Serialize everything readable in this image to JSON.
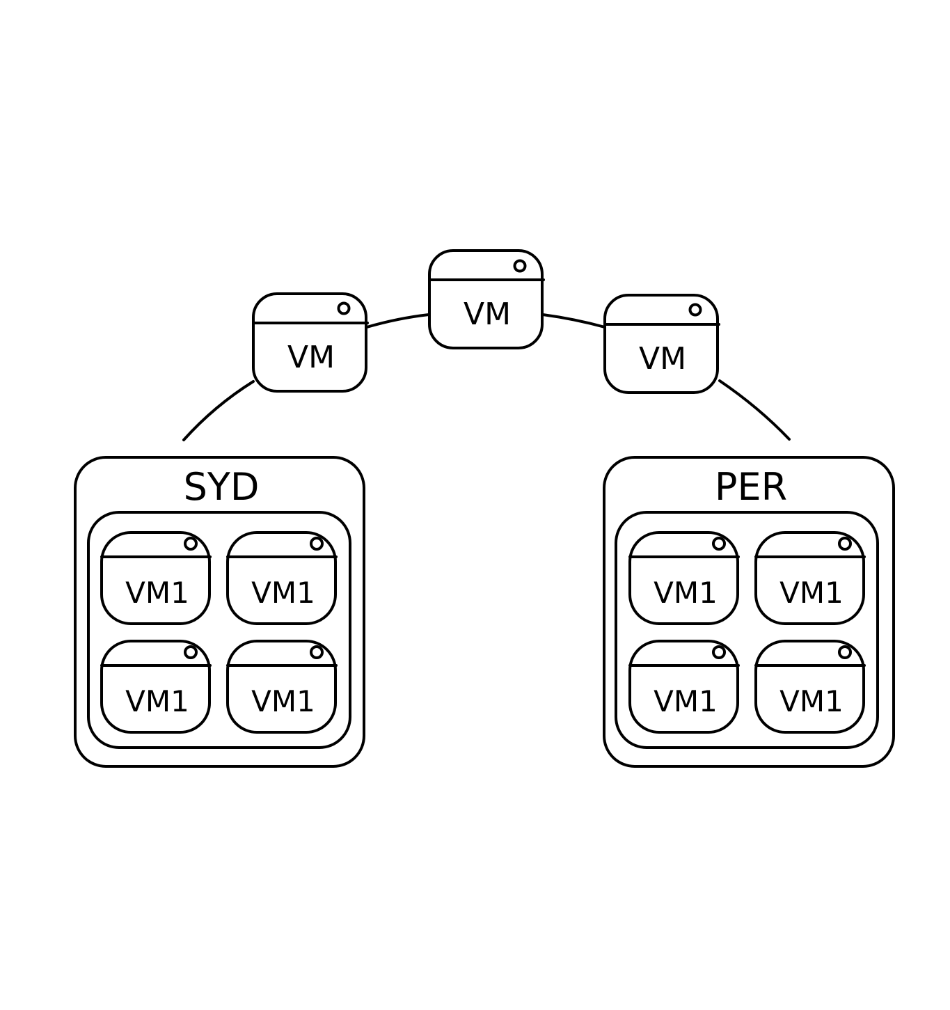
{
  "colors": {
    "stroke": "#000000",
    "background": "#ffffff"
  },
  "chain": {
    "vm_left": {
      "label": "VM"
    },
    "vm_center": {
      "label": "VM"
    },
    "vm_right": {
      "label": "VM"
    }
  },
  "regions": [
    {
      "name": "SYD",
      "vms": [
        {
          "label": "VM1"
        },
        {
          "label": "VM1"
        },
        {
          "label": "VM1"
        },
        {
          "label": "VM1"
        }
      ]
    },
    {
      "name": "PER",
      "vms": [
        {
          "label": "VM1"
        },
        {
          "label": "VM1"
        },
        {
          "label": "VM1"
        },
        {
          "label": "VM1"
        }
      ]
    }
  ]
}
